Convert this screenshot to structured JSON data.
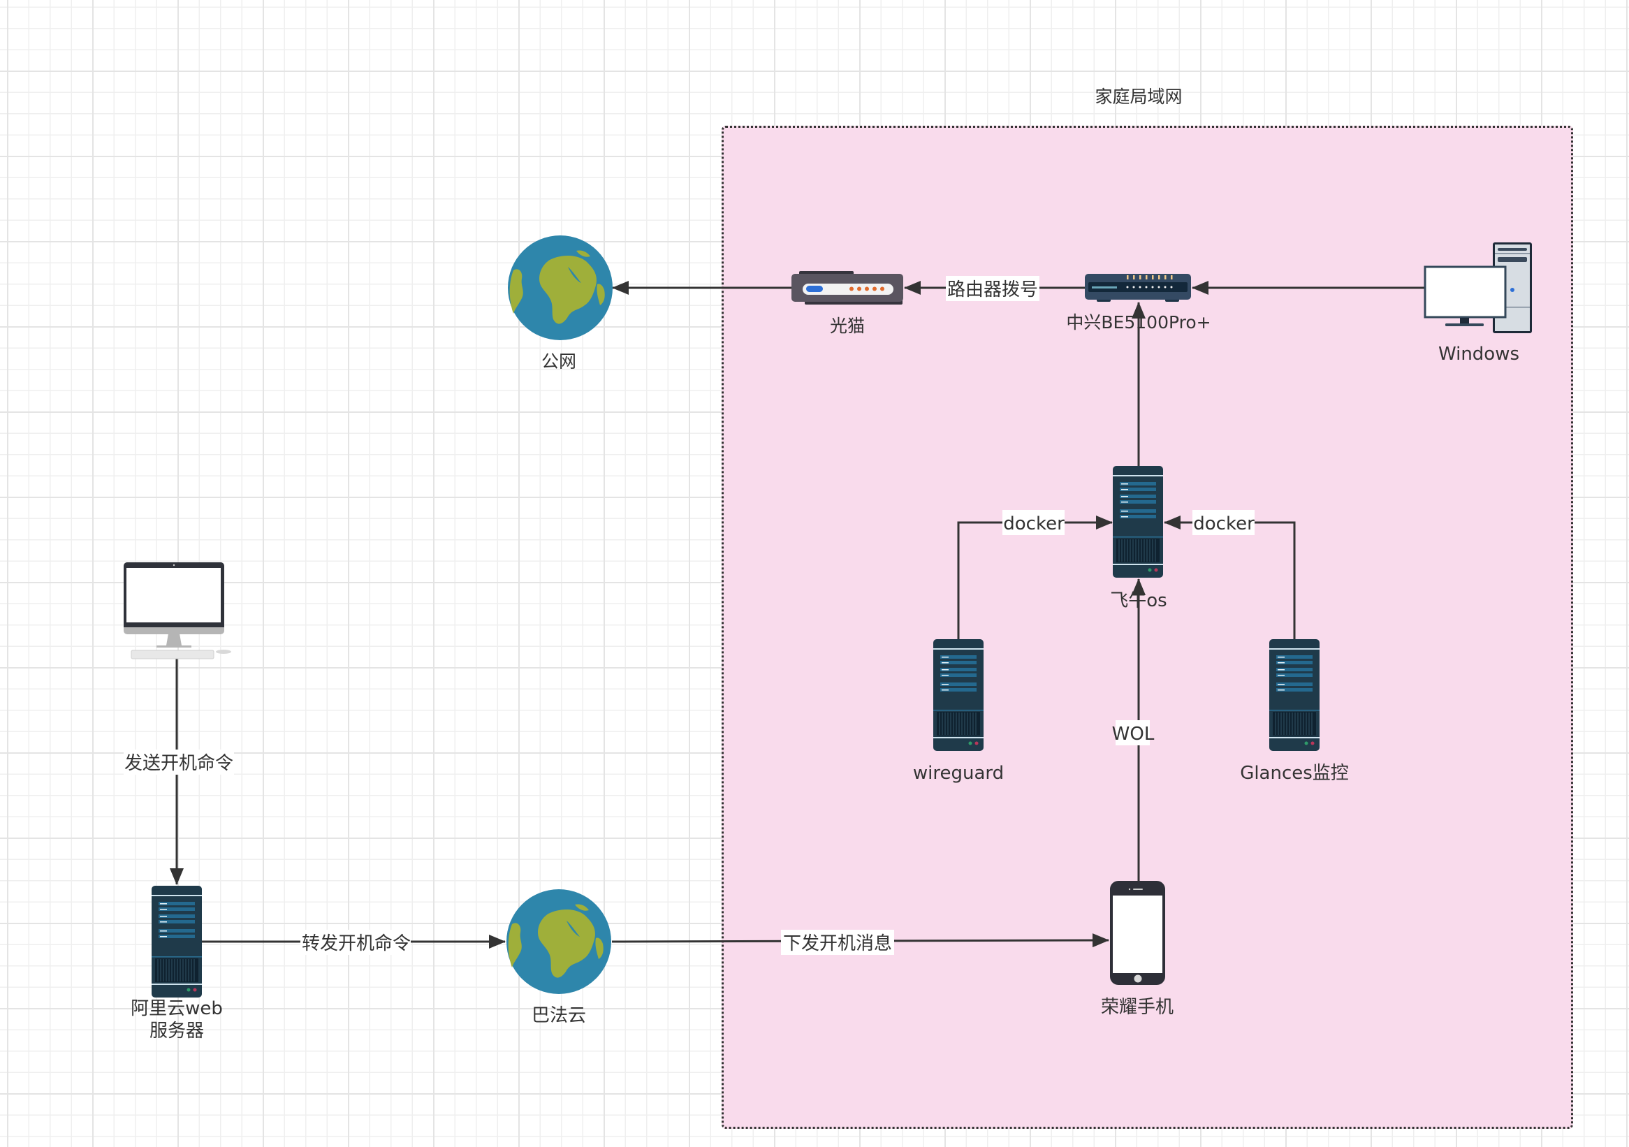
{
  "diagram": {
    "group": {
      "title": "家庭局域网",
      "fill": "#f9dbec"
    },
    "nodes": {
      "internet": {
        "label": "公网",
        "icon": "globe-icon"
      },
      "modem": {
        "label": "光猫",
        "icon": "modem-icon"
      },
      "router": {
        "label": "中兴BE5100Pro+",
        "icon": "router-icon"
      },
      "windows": {
        "label": "Windows",
        "icon": "desktop-tower-icon"
      },
      "fnos": {
        "label": "飞牛os",
        "icon": "server-icon"
      },
      "wireguard": {
        "label": "wireguard",
        "icon": "server-icon"
      },
      "glances": {
        "label": "Glances监控",
        "icon": "server-icon"
      },
      "phone": {
        "label": "荣耀手机",
        "icon": "smartphone-icon"
      },
      "client_pc": {
        "label": "",
        "icon": "imac-icon"
      },
      "aliyun": {
        "label_line1": "阿里云web",
        "label_line2": "服务器",
        "icon": "server-icon"
      },
      "bafa": {
        "label": "巴法云",
        "icon": "globe-icon"
      }
    },
    "edges": {
      "router_modem": {
        "label": "路由器拨号",
        "from": "router",
        "to": "modem"
      },
      "modem_internet": {
        "label": "",
        "from": "modem",
        "to": "internet"
      },
      "windows_router": {
        "label": "",
        "from": "windows",
        "to": "router"
      },
      "fnos_router": {
        "label": "",
        "from": "fnos",
        "to": "router"
      },
      "wireguard_fnos": {
        "label": "docker",
        "from": "wireguard",
        "to": "fnos"
      },
      "glances_fnos": {
        "label": "docker",
        "from": "glances",
        "to": "fnos"
      },
      "phone_fnos": {
        "label": "WOL",
        "from": "phone",
        "to": "fnos"
      },
      "pc_aliyun": {
        "label": "发送开机命令",
        "from": "client_pc",
        "to": "aliyun"
      },
      "aliyun_bafa": {
        "label": "转发开机命令",
        "from": "aliyun",
        "to": "bafa"
      },
      "bafa_phone": {
        "label": "下发开机消息",
        "from": "bafa",
        "to": "phone"
      }
    },
    "colors": {
      "edge": "#333333",
      "server_body": "#1f3a4a",
      "server_drive": "#24698f",
      "globe_ocean": "#2e86ab",
      "globe_land": "#9faf3a"
    }
  }
}
